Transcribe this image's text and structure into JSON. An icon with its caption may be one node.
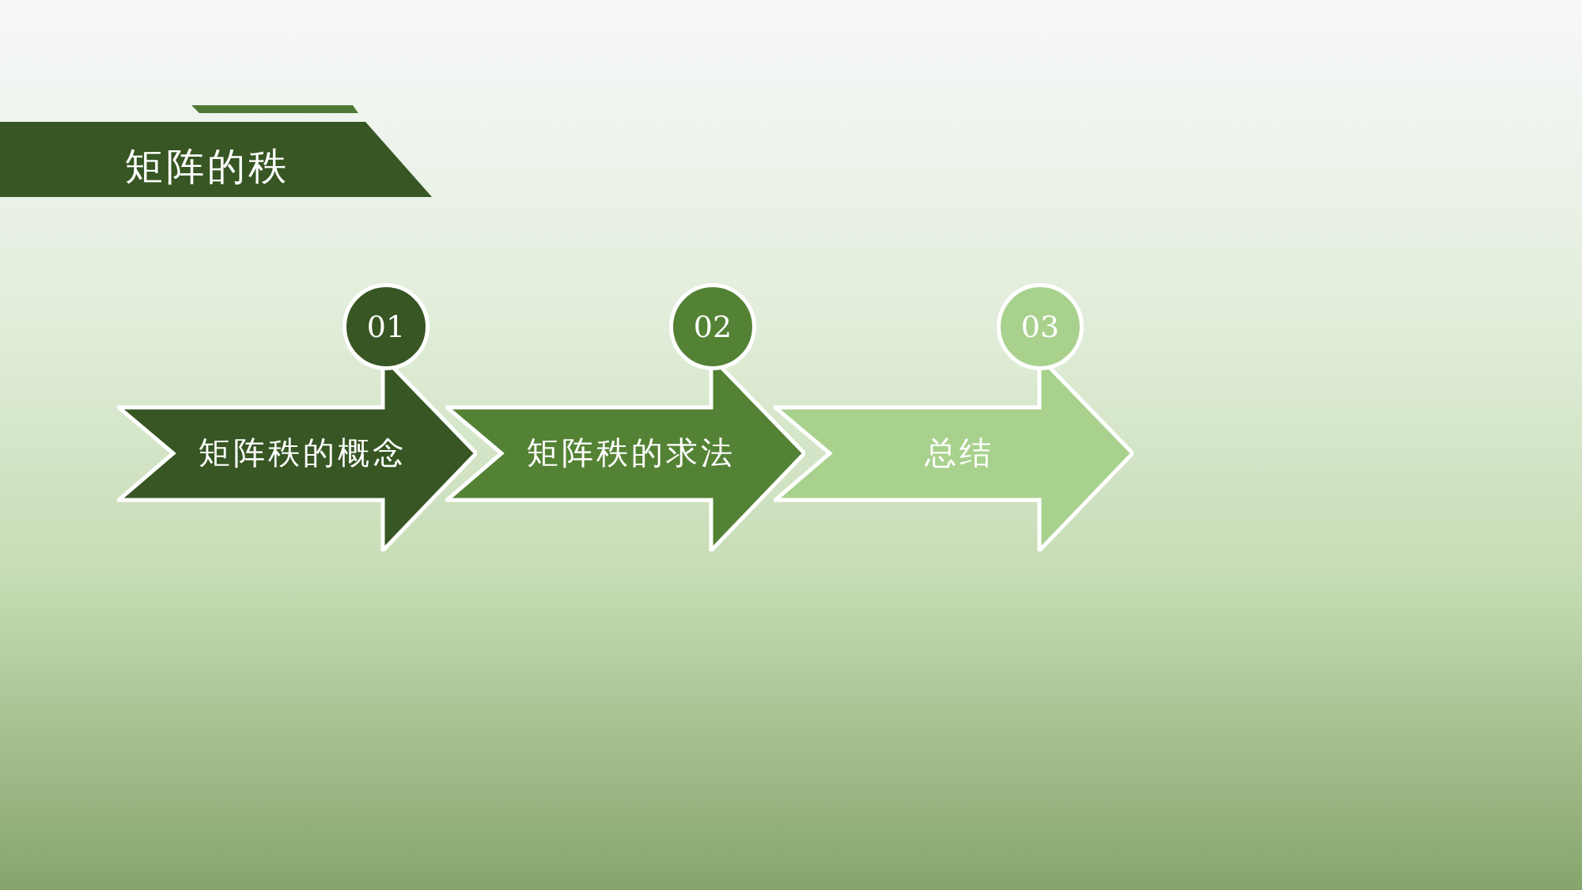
{
  "diagram": {
    "title": "矩阵的秩",
    "nodes": [
      {
        "text": [
          "01"
        ]
      },
      {
        "text": [
          "矩阵秩的概念"
        ]
      },
      {
        "text": [
          "02"
        ]
      },
      {
        "text": [
          "矩阵秩的求法"
        ]
      },
      {
        "text": [
          "03"
        ]
      },
      {
        "text": [
          "总结"
        ]
      }
    ]
  }
}
